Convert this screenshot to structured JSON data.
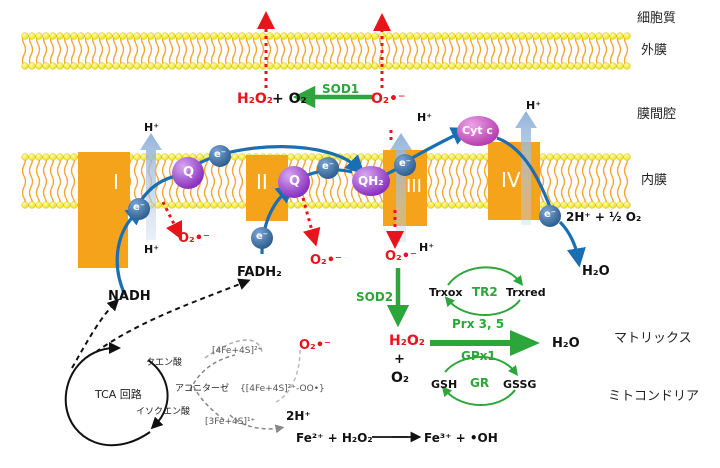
{
  "regions": {
    "cytoplasm": "細胞質",
    "outer_membrane": "外膜",
    "intermembrane_space": "膜間腔",
    "inner_membrane": "内膜",
    "matrix": "マトリックス",
    "mitochondria": "ミトコンドリア"
  },
  "complexes": {
    "c1": "I",
    "c2": "II",
    "c3": "III",
    "c4": "IV",
    "q1": "Q",
    "q2": "Q",
    "qh2": "QH₂",
    "cytc": "Cyt c"
  },
  "electron": "e⁻",
  "proton": "H⁺",
  "substrates": {
    "nadh": "NADH",
    "fadh2": "FADH₂",
    "o2_to_h2o": "2H⁺ + ½ O₂",
    "h2o": "H₂O"
  },
  "ros": {
    "superoxide": "O₂•⁻",
    "h2o2_top": "H₂O₂",
    "plus_o2_top": "+ O₂",
    "h2o2_mid": "H₂O₂",
    "plus": "+",
    "o2_mid": "O₂",
    "h2o_mid": "H₂O"
  },
  "enzymes": {
    "sod1": "SOD1",
    "sod2": "SOD2",
    "tr2": "TR2",
    "trx_ox": "Trxox",
    "trx_red": "Trxred",
    "prx": "Prx 3, 5",
    "gpx1": "GPx1",
    "gr": "GR",
    "gsh": "GSH",
    "gssg": "GSSG"
  },
  "tca": {
    "cycle": "TCA 回路",
    "citrate": "クエン酸",
    "aconitase": "アコニターゼ",
    "isocitrate": "イソクエン酸",
    "fes_top": "[4Fe+4S]²⁺",
    "fes_mid": "{[4Fe+4S]²⁺-OO•}",
    "fes_bot": "[3Fe+4S]¹⁺",
    "two_h": "2H⁺",
    "fenton_left": "Fe²⁺ + H₂O₂",
    "fenton_right": "Fe³⁺ + •OH"
  },
  "colors": {
    "membrane_lipid": "#f7a636",
    "membrane_head": "#f5ec30",
    "complex": "#f6a31c",
    "electron": "#3f6fa0",
    "quinone": "#9b46c1",
    "cytc": "#c24fb6",
    "ros_red": "#e8141b",
    "antioxidant_green": "#2ca63a",
    "proton_arrow": "#a9c2e0",
    "electron_path": "#1a6fb2"
  }
}
